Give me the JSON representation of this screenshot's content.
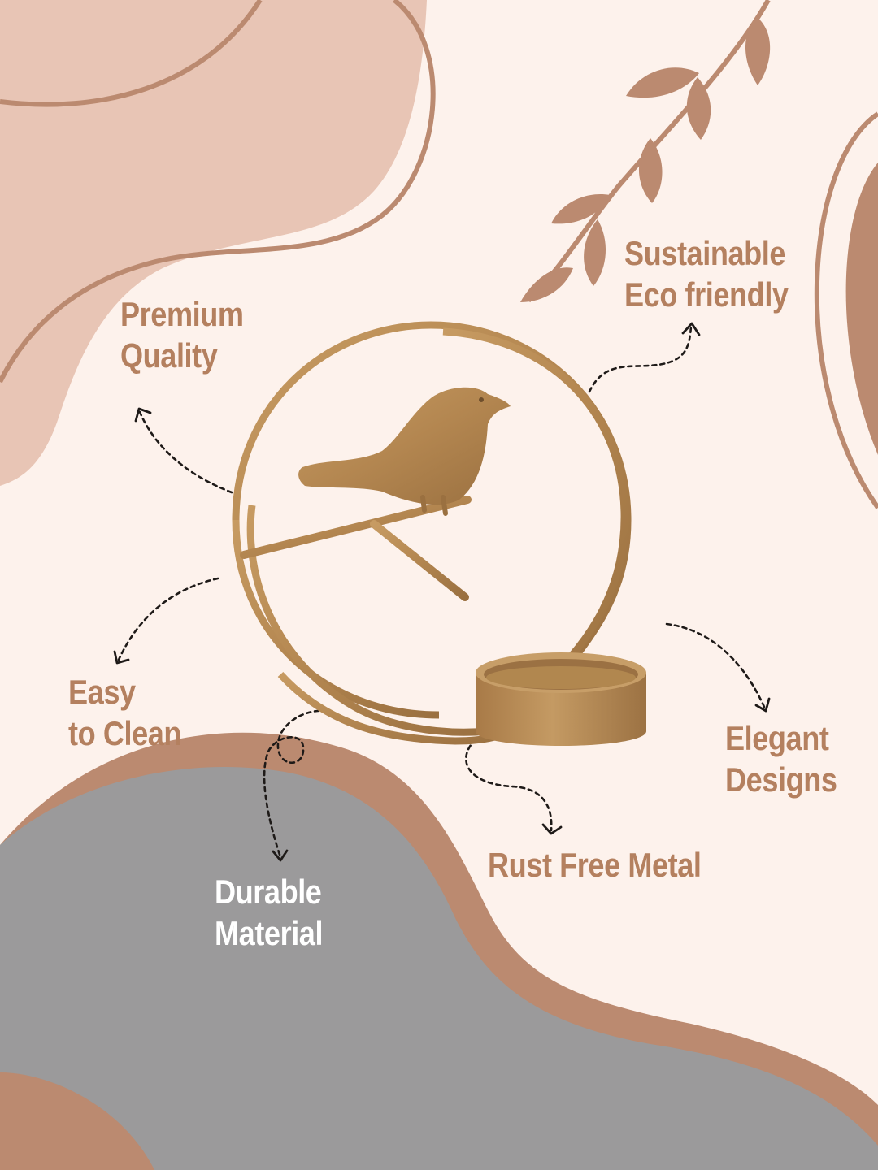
{
  "colors": {
    "background": "#fdf2ec",
    "blush": "#e8c5b5",
    "copper": "#b98467",
    "grey": "#9b9a9b",
    "gold": "#b58a52",
    "text_brown": "#b4805f",
    "text_white": "#ffffff"
  },
  "features": {
    "sustainable": {
      "line1": "Sustainable",
      "line2": "Eco friendly"
    },
    "premium": {
      "line1": "Premium",
      "line2": "Quality"
    },
    "easy_clean": {
      "line1": "Easy",
      "line2": "to Clean"
    },
    "elegant": {
      "line1": "Elegant",
      "line2": "Designs"
    },
    "rust_free": {
      "line1": "Rust Free Metal"
    },
    "durable": {
      "line1": "Durable",
      "line2": "Material"
    }
  },
  "product": {
    "image_icon": "bird-tealight-holder-icon"
  }
}
